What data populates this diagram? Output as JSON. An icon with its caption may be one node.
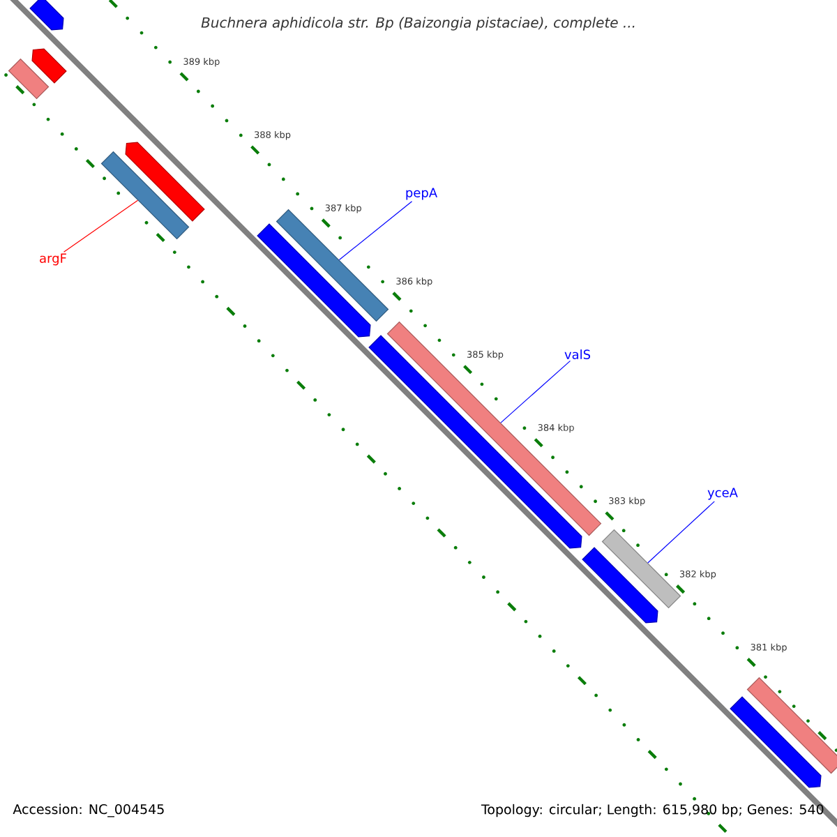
{
  "diagram": {
    "title": "Buchnera aphidicola str. Bp (Baizongia pistaciae), complete ...",
    "nodes": [
      {
        "text": [],
        "shape": "arrow"
      },
      {
        "text": [],
        "shape": "bar"
      },
      {
        "text": [],
        "shape": "arrow"
      },
      {
        "text": [],
        "shape": "bar"
      },
      {
        "text": [],
        "shape": "arrow"
      },
      {
        "text": [
          "pepA"
        ]
      },
      {
        "text": [
          "argF"
        ]
      },
      {
        "text": [],
        "shape": "bar"
      },
      {
        "text": [],
        "shape": "arrow"
      },
      {
        "text": [
          "valS"
        ]
      },
      {
        "text": [],
        "shape": "bar"
      },
      {
        "text": [],
        "shape": "arrow"
      },
      {
        "text": [
          "yceA"
        ]
      },
      {
        "text": [],
        "shape": "bar"
      },
      {
        "text": [],
        "shape": "arrow"
      },
      {
        "text": [],
        "shape": "bar"
      },
      {
        "text": [],
        "shape": "arrow"
      }
    ],
    "edges": [
      {
        "from": 6,
        "to": 3,
        "arrow": "none",
        "color": "#ff0000"
      },
      {
        "from": 5,
        "to": 7,
        "arrow": "none"
      },
      {
        "from": 9,
        "to": 10,
        "arrow": "none"
      },
      {
        "from": 12,
        "to": 13,
        "arrow": "none"
      }
    ],
    "labels": [
      "389 kbp",
      "388 kbp",
      "387 kbp",
      "386 kbp",
      "385 kbp",
      "384 kbp",
      "383 kbp",
      "382 kbp",
      "381 kbp",
      "Accession: NC_004545",
      "Topology: circular; Length: 615,980 bp; Genes: 540"
    ]
  }
}
